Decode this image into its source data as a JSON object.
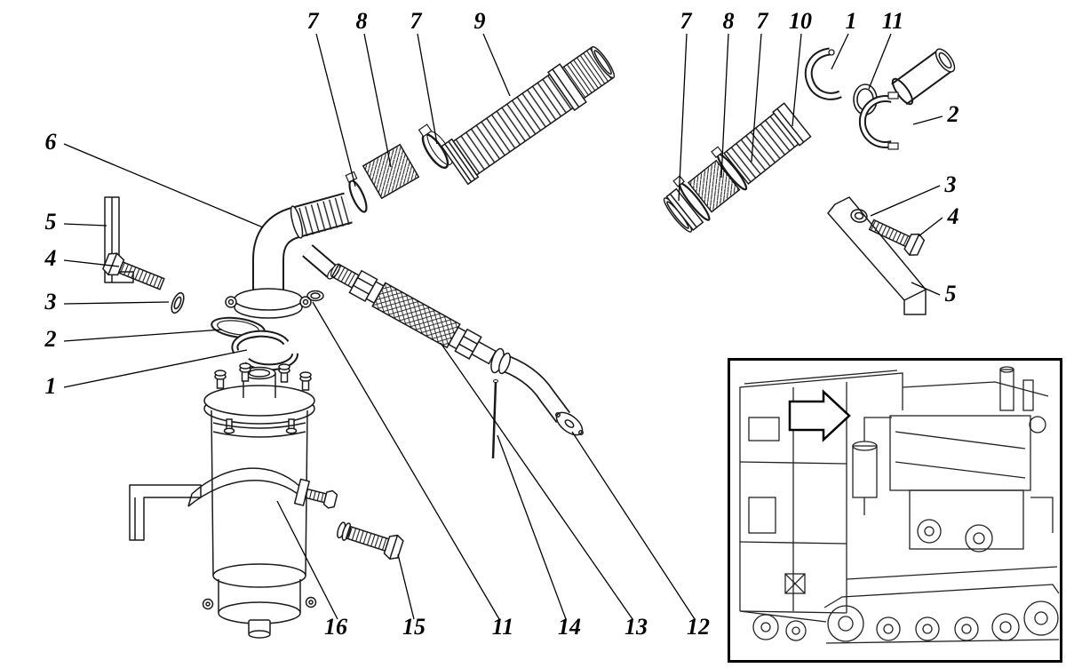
{
  "figure": {
    "type": "exploded-parts-diagram",
    "background_color": "#ffffff",
    "line_color": "#1a1a1a"
  },
  "callouts": [
    {
      "label": "7",
      "part": "hose-clamp"
    },
    {
      "label": "8",
      "part": "connector-sleeve"
    },
    {
      "label": "7",
      "part": "hose-clamp"
    },
    {
      "label": "9",
      "part": "corrugated-hose-long"
    },
    {
      "label": "7",
      "part": "hose-clamp"
    },
    {
      "label": "8",
      "part": "connector-sleeve"
    },
    {
      "label": "7",
      "part": "hose-clamp"
    },
    {
      "label": "10",
      "part": "corrugated-hose-short"
    },
    {
      "label": "1",
      "part": "clamp-bracket"
    },
    {
      "label": "11",
      "part": "gasket-ring"
    },
    {
      "label": "2",
      "part": "clamp-half"
    },
    {
      "label": "3",
      "part": "nut"
    },
    {
      "label": "4",
      "part": "bolt"
    },
    {
      "label": "5",
      "part": "bracket-plate"
    },
    {
      "label": "6",
      "part": "elbow-pipe"
    },
    {
      "label": "5",
      "part": "bracket-plate"
    },
    {
      "label": "4",
      "part": "bolt"
    },
    {
      "label": "3",
      "part": "washer"
    },
    {
      "label": "2",
      "part": "gasket"
    },
    {
      "label": "1",
      "part": "clamp-half"
    },
    {
      "label": "16",
      "part": "mounting-strap"
    },
    {
      "label": "15",
      "part": "bolt"
    },
    {
      "label": "11",
      "part": "seal-ring"
    },
    {
      "label": "14",
      "part": "rod"
    },
    {
      "label": "13",
      "part": "flexible-hose"
    },
    {
      "label": "12",
      "part": "outlet-elbow"
    }
  ],
  "inset": {
    "name": "vehicle-location-view"
  }
}
